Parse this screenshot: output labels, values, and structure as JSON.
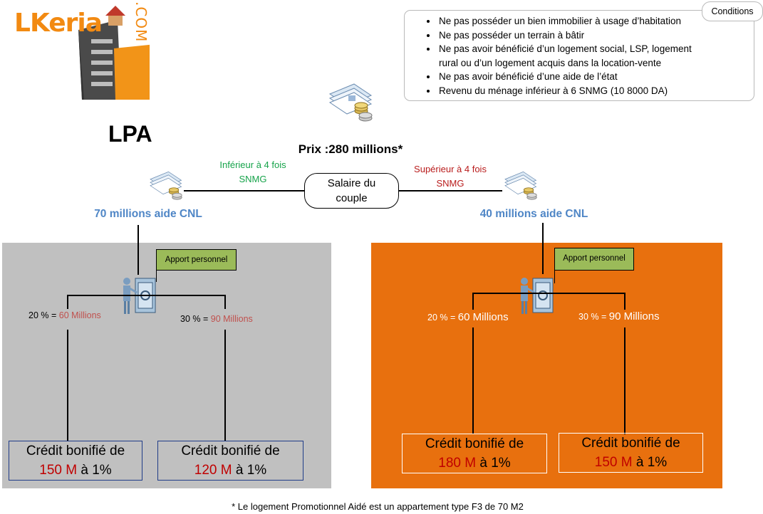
{
  "logo": {
    "brand_part1": "L",
    "brand_part2": "Keria",
    "brand_suffix": ".COM"
  },
  "title": "LPA",
  "conditions": {
    "tab_label": "Conditions",
    "items": [
      "Ne pas posséder un bien immobilier à usage d’habitation",
      "Ne pas posséder un terrain à bâtir",
      "Ne pas avoir bénéficié d’un logement social, LSP, logement rural ou d’un logement acquis dans  la location-vente",
      "Ne pas avoir bénéficié d’une aide de l’état",
      "Revenu du ménage inférieur à 6 SNMG (10 8000 DA)"
    ]
  },
  "price": "Prix :280 millions*",
  "salary_node": "Salaire du couple",
  "left_branch": {
    "condition_line1": "Inférieur à  4 fois",
    "condition_line2": "SNMG",
    "aid": "70 millions aide CNL",
    "apport": "Apport personnel",
    "pct_a_prefix": "20 % = ",
    "pct_a_value": "60",
    "pct_a_unit": " Millions",
    "pct_b_prefix": "30 % = ",
    "pct_b_value": "90",
    "pct_b_unit": " Millions",
    "credit_a_line1": "Crédit bonifié de",
    "credit_a_amount": "150 M",
    "credit_a_rate": " à 1%",
    "credit_b_line1": "Crédit bonifié de",
    "credit_b_amount": "120 M",
    "credit_b_rate": " à 1%"
  },
  "right_branch": {
    "condition_line1": "Supérieur à  4 fois",
    "condition_line2": "SNMG",
    "aid": "40 millions aide CNL",
    "apport": "Apport personnel",
    "pct_a_prefix": "20 % = ",
    "pct_a_value": "60 Millions",
    "pct_b_prefix": "30 % = ",
    "pct_b_value": "90 Millions",
    "credit_a_line1": "Crédit bonifié de",
    "credit_a_amount": "180 M",
    "credit_a_rate": " à 1%",
    "credit_b_line1": "Crédit bonifié de",
    "credit_b_amount": "150 M",
    "credit_b_rate": " à 1%"
  },
  "footnote": "* Le logement Promotionnel Aidé est un appartement type F3 de 70 M2",
  "colors": {
    "grey_panel": "#c0c0c0",
    "orange_panel": "#e8700e",
    "aid_blue": "#4f86c6",
    "green_text": "#16a34a",
    "red_text": "#b91c1c",
    "apport_green": "#9bbb59"
  },
  "icons": {
    "logo": "building-house-icon",
    "price": "documents-coins-icon",
    "left_money": "documents-coins-icon",
    "right_money": "documents-coins-icon",
    "safe": "person-at-safe-icon"
  }
}
